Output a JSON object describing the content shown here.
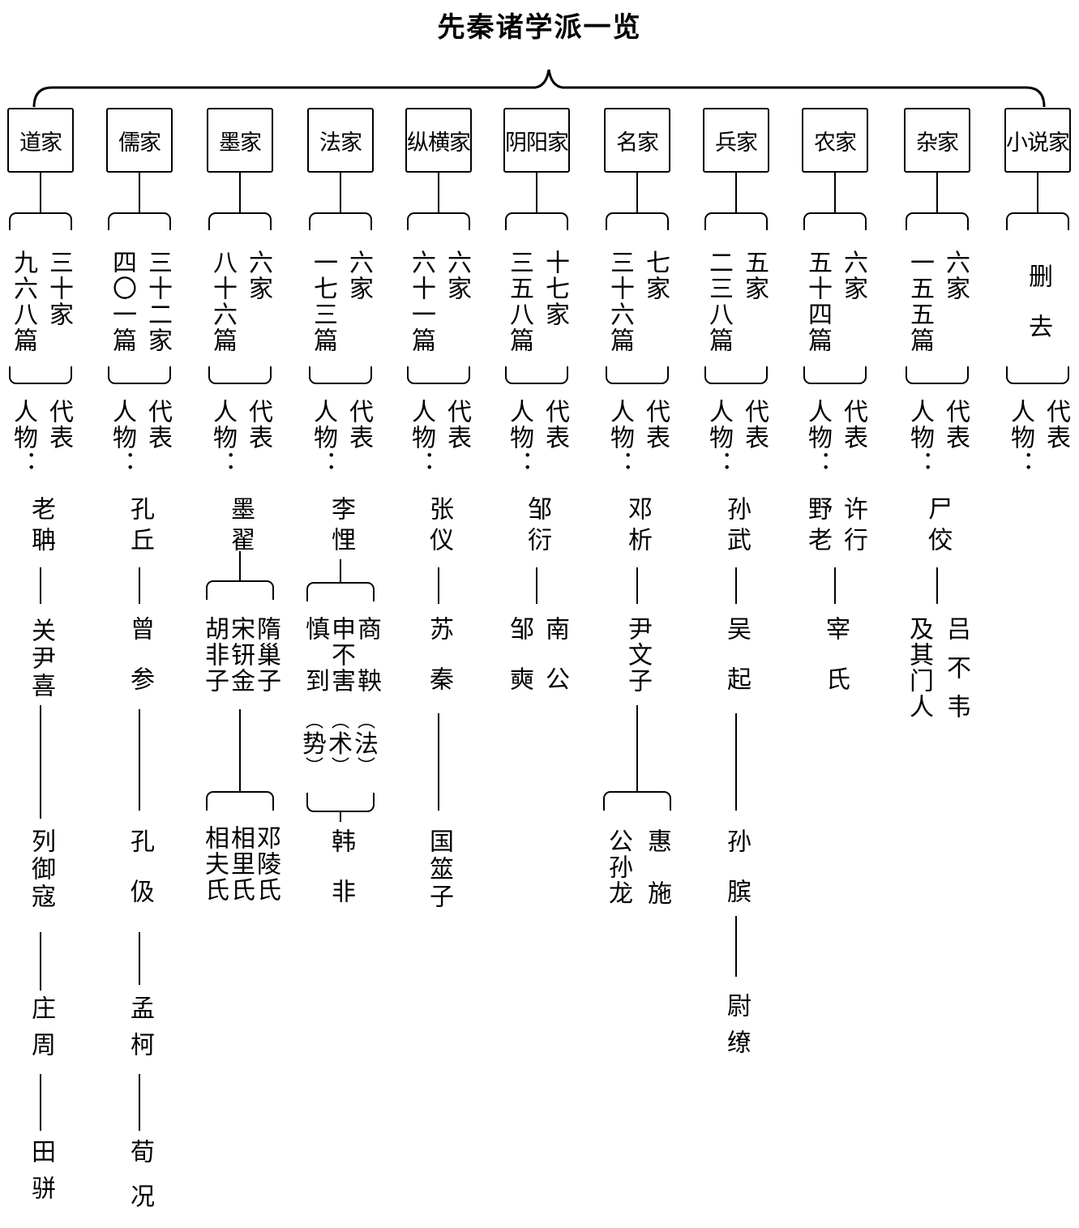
{
  "title": "先秦诸学派一览",
  "schools": [
    {
      "name": "道家",
      "works": [
        "三十家",
        "九六八篇"
      ],
      "rep_label": [
        "代表",
        "人物："
      ],
      "people": [
        [
          "老聃"
        ],
        [
          "关尹喜"
        ],
        [
          "列御寇"
        ],
        [
          "庄周"
        ],
        [
          "田骈"
        ]
      ]
    },
    {
      "name": "儒家",
      "works": [
        "三十二家",
        "四〇一篇"
      ],
      "rep_label": [
        "代表",
        "人物："
      ],
      "people": [
        [
          "孔丘"
        ],
        [
          "曾参"
        ],
        [
          "孔伋"
        ],
        [
          "孟柯"
        ],
        [
          "荀况"
        ]
      ]
    },
    {
      "name": "墨家",
      "works": [
        "六家",
        "八十六篇"
      ],
      "rep_label": [
        "代表",
        "人物："
      ],
      "people": [
        [
          "墨翟"
        ],
        [
          "隋巢子",
          "宋钘金",
          "胡非子"
        ],
        [
          "邓陵氏",
          "相里氏",
          "相夫氏"
        ]
      ]
    },
    {
      "name": "法家",
      "works": [
        "六家",
        "一七三篇"
      ],
      "rep_label": [
        "代表",
        "人物："
      ],
      "people": [
        [
          "李悝"
        ],
        [
          "商鞅",
          "申不害",
          "慎到"
        ],
        [
          "韩非"
        ]
      ],
      "doctrines": [
        "法",
        "术",
        "势"
      ]
    },
    {
      "name": "纵横家",
      "works": [
        "六家",
        "六十一篇"
      ],
      "rep_label": [
        "代表",
        "人物："
      ],
      "people": [
        [
          "张仪"
        ],
        [
          "苏秦"
        ],
        [
          "国筮子"
        ]
      ]
    },
    {
      "name": "阴阳家",
      "works": [
        "十七家",
        "三五八篇"
      ],
      "rep_label": [
        "代表",
        "人物："
      ],
      "people": [
        [
          "邹衍"
        ],
        [
          "南公",
          "邹奭"
        ]
      ]
    },
    {
      "name": "名家",
      "works": [
        "七家",
        "三十六篇"
      ],
      "rep_label": [
        "代表",
        "人物："
      ],
      "people": [
        [
          "邓析"
        ],
        [
          "尹文子"
        ],
        [
          "惠施",
          "公孙龙"
        ]
      ]
    },
    {
      "name": "兵家",
      "works": [
        "五家",
        "二三八篇"
      ],
      "rep_label": [
        "代表",
        "人物："
      ],
      "people": [
        [
          "孙武"
        ],
        [
          "吴起"
        ],
        [
          "孙膑"
        ],
        [
          "尉缭"
        ]
      ]
    },
    {
      "name": "农家",
      "works": [
        "六家",
        "五十四篇"
      ],
      "rep_label": [
        "代表",
        "人物："
      ],
      "people": [
        [
          "许行",
          "野老"
        ],
        [
          "宰氏"
        ]
      ]
    },
    {
      "name": "杂家",
      "works": [
        "六家",
        "一五五篇"
      ],
      "rep_label": [
        "代表",
        "人物："
      ],
      "people": [
        [
          "尸佼"
        ],
        [
          "吕不韦",
          "及其门人"
        ]
      ]
    },
    {
      "name": "小说家",
      "works": [
        "删去"
      ],
      "rep_label": [
        "代表",
        "人物："
      ],
      "people": []
    }
  ]
}
